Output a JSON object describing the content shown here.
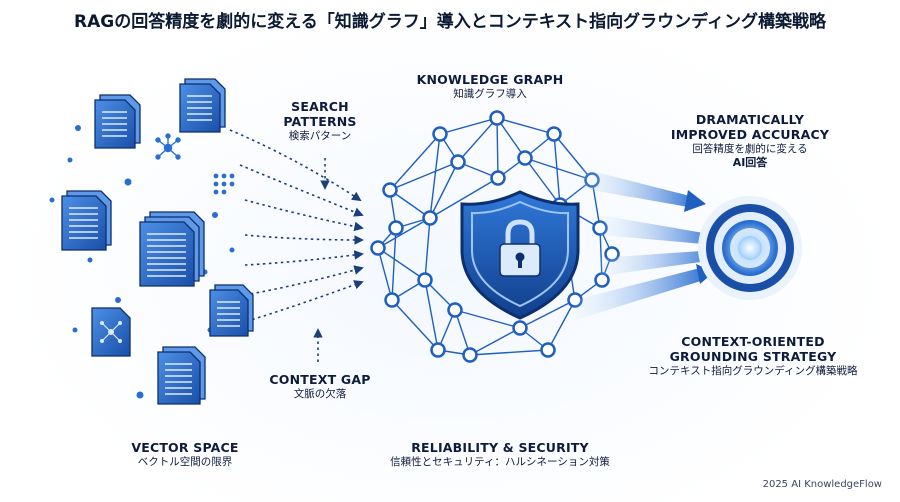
{
  "title": "RAGの回答精度を劇的に変える「知識グラフ」導入とコンテキスト指向グラウンディング構築戦略",
  "labels": {
    "search_patterns": {
      "en_line1": "SEARCH",
      "en_line2": "PATTERNS",
      "jp": "検索パターン"
    },
    "knowledge_graph": {
      "en": "KNOWLEDGE GRAPH",
      "jp": "知識グラフ導入"
    },
    "improved_accuracy": {
      "en_line1": "DRAMATICALLY",
      "en_line2": "IMPROVED ACCURACY",
      "jp_line1": "回答精度を劇的に変える",
      "jp_line2": "AI回答"
    },
    "context_oriented": {
      "en_line1": "CONTEXT-ORIENTED",
      "en_line2": "GROUNDING STRATEGY",
      "jp": "コンテキスト指向グラウンディング構築戦略"
    },
    "context_gap": {
      "en": "CONTEXT GAP",
      "jp": "文脈の欠落"
    },
    "vector_space": {
      "en": "VECTOR SPACE",
      "jp": "ベクトル空間の限界"
    },
    "reliability": {
      "en": "RELIABILITY & SECURITY",
      "jp": "信頼性とセキュリティ：ハルシネーション対策"
    }
  },
  "footer": "2025 AI KnowledgeFlow",
  "colors": {
    "primary": "#1f5fbf",
    "dark": "#0d2f6e",
    "light": "#7fb2ef",
    "accent": "#2a7de1"
  },
  "icons": [
    "document-icon",
    "network-node-icon",
    "shield-lock-icon",
    "target-icon"
  ]
}
